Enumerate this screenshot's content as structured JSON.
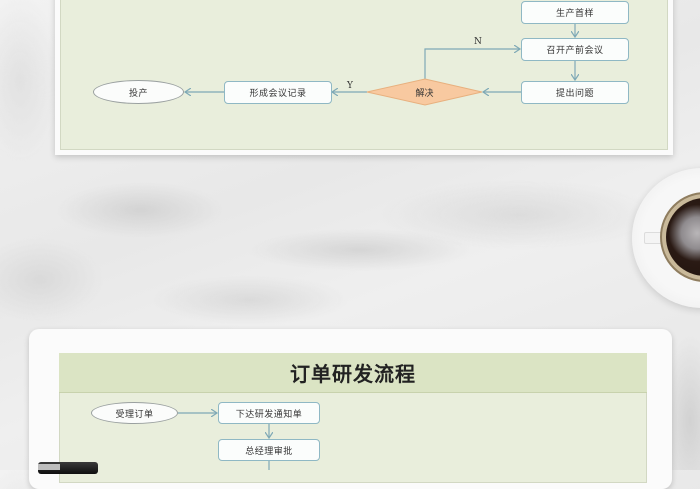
{
  "top_flowchart": {
    "nodes": {
      "sample_production": "生产首样",
      "pre_production_meeting": "召开产前会议",
      "raise_issues": "提出问题",
      "decision": "解决",
      "meeting_minutes": "形成会议记录",
      "start_production": "投产"
    },
    "edge_labels": {
      "no": "N",
      "yes": "Y"
    }
  },
  "bottom_flowchart": {
    "title": "订单研发流程",
    "nodes": {
      "accept_order": "受理订单",
      "issue_rd_notice": "下达研发通知单",
      "gm_approval": "总经理审批"
    }
  },
  "colors": {
    "panel_green": "#e9eedc",
    "title_green": "#dbe4c4",
    "node_border": "#8fb8c4",
    "decision_fill": "#f8c9a0",
    "connector": "#7fa9b6"
  }
}
